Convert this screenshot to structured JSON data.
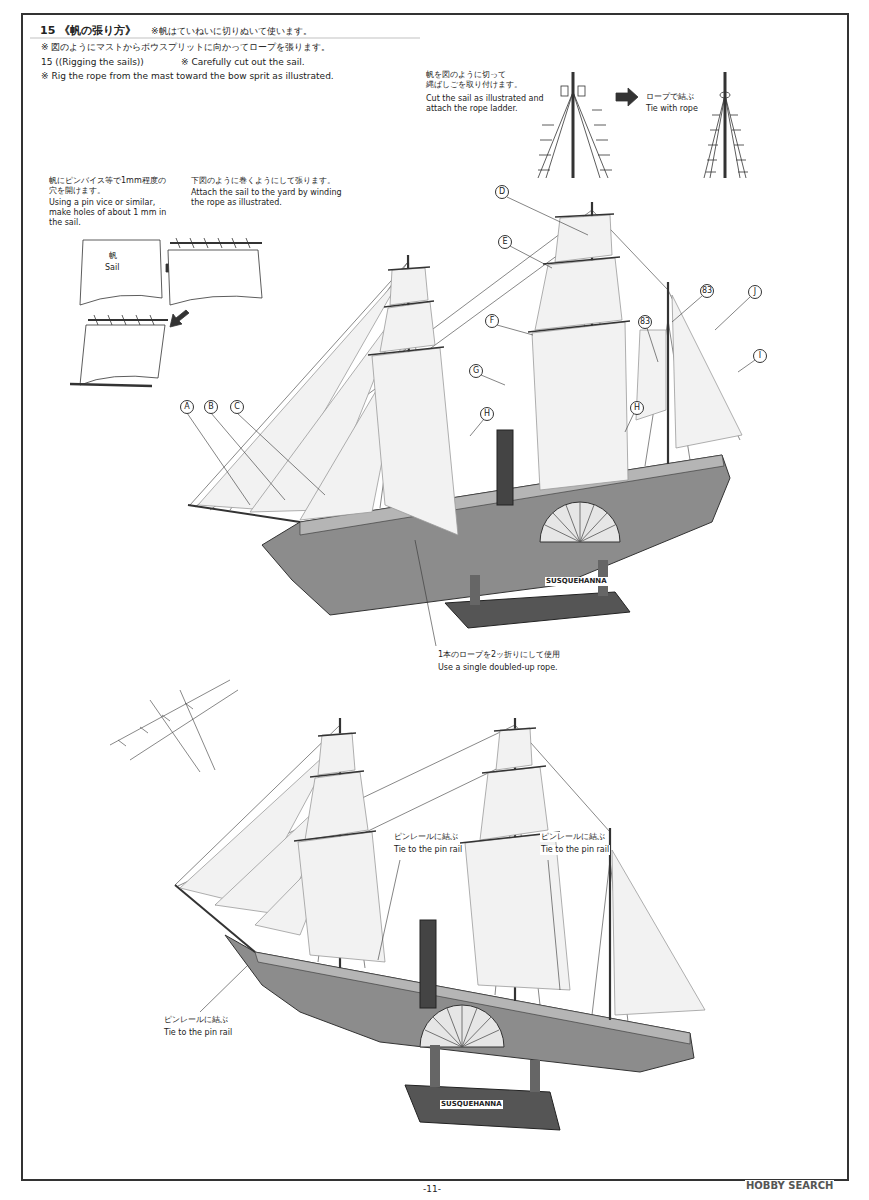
{
  "diagram": {
    "title": "15 《帆の張り方》",
    "labels": [
      "※帆はていねいに切りぬいて使います。",
      "※ 図のようにマストからボウスプリットに向かってロープを張ります。",
      "15 ((Rigging the sails))",
      "※ Carefully cut out the sail.",
      "※ Rig the rope from the mast toward the bow sprit as illustrated.",
      "帆を図のように切って 縄ばしごを取り付けます。",
      "Cut the sail as illustrated and attach the rope ladder.",
      "ロープで結ぶ",
      "Tie with rope",
      "帆にピンバイス等で1mm程度の 穴を開けます。",
      "Using a pin vice or similar, make holes of about 1 mm in the sail.",
      "下図のように巻くようにして張ります。",
      "Attach the sail to the yard by winding the rope as illustrated.",
      "帆",
      "Sail",
      "D",
      "E",
      "F",
      "G",
      "H",
      "A",
      "B",
      "C",
      "H",
      "83",
      "83",
      "J",
      "I",
      "1本のロープを2ッ折りにして使用",
      "Use a single doubled-up rope.",
      "SUSQUEHANNA",
      "ピンレールに結ぶ",
      "Tie to the pin rail",
      "ピンレールに結ぶ",
      "Tie to the pin rail",
      "ピンレールに結ぶ",
      "Tie to the pin rail",
      "SUSQUEHANNA",
      "-11-",
      "HOBBY SEARCH"
    ]
  }
}
